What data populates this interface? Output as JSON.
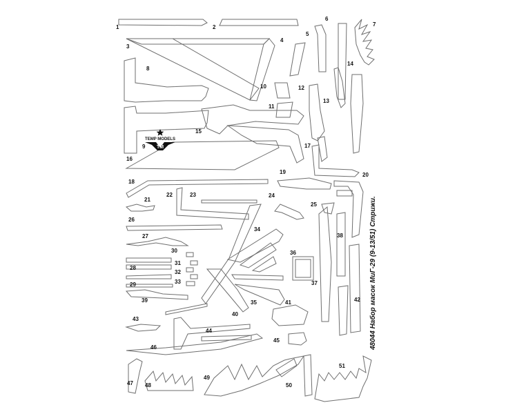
{
  "sheet": {
    "side_title": "48044 Набор масок  МиГ-29 (9-13/51) Стрижи.",
    "logo": {
      "text": "TEMP MODELS",
      "monogram": "TM"
    },
    "part_numbers": [
      "1",
      "2",
      "3",
      "4",
      "5",
      "6",
      "7",
      "8",
      "9",
      "10",
      "11",
      "12",
      "13",
      "14",
      "15",
      "16",
      "17",
      "18",
      "19",
      "20",
      "21",
      "22",
      "23",
      "24",
      "25",
      "26",
      "27",
      "28",
      "29",
      "30",
      "31",
      "32",
      "33",
      "34",
      "35",
      "36",
      "37",
      "38",
      "39",
      "40",
      "41",
      "42",
      "43",
      "44",
      "45",
      "46",
      "47",
      "48",
      "49",
      "50",
      "51"
    ]
  },
  "colors": {
    "outline": "#6e6e6e",
    "label": "#111111",
    "background": "#ffffff"
  }
}
